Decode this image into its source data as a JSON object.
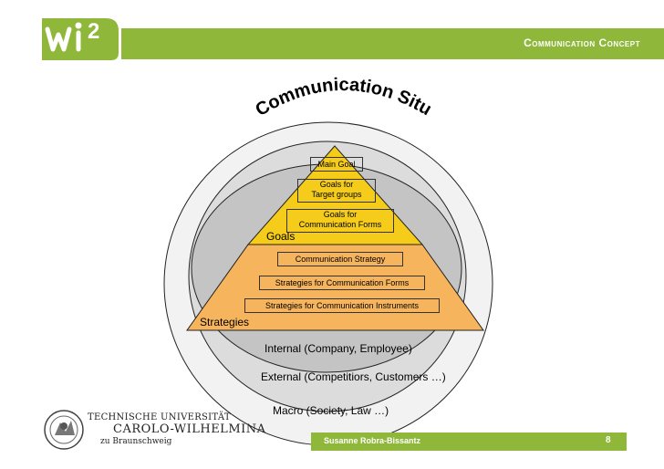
{
  "header": {
    "title": "Communication Concept",
    "logo_text": "wi",
    "logo_superscript": "2",
    "accent_color": "#8fb83a"
  },
  "diagram": {
    "arc_title": "Communication Situation",
    "pyramid": {
      "main_goal": "Main Goal",
      "goals_target_line1": "Goals for",
      "goals_target_line2": "Target groups",
      "goals_forms_line1": "Goals for",
      "goals_forms_line2": "Communication Forms",
      "goals_label": "Goals",
      "strategy": "Communication Strategy",
      "strategies_forms": "Strategies for Communication Forms",
      "strategies_instruments": "Strategies for Communication Instruments",
      "strategies_label": "Strategies"
    },
    "rings": {
      "internal": "Internal (Company, Employee)",
      "external": "External (Competitiors, Customers …)",
      "macro": "Macro (Society, Law …)"
    },
    "colors": {
      "yellow": "#f5cc1a",
      "orange": "#f6b45c",
      "ring_outer": "#f2f2f2",
      "ring_mid": "#dcdcdc",
      "ring_inner": "#c4c4c4"
    }
  },
  "footer": {
    "author": "Susanne Robra-Bissantz",
    "page": "8",
    "university_line1": "Technische Universität",
    "university_line2": "Carolo-Wilhelmina",
    "university_line3": "zu Braunschweig"
  }
}
